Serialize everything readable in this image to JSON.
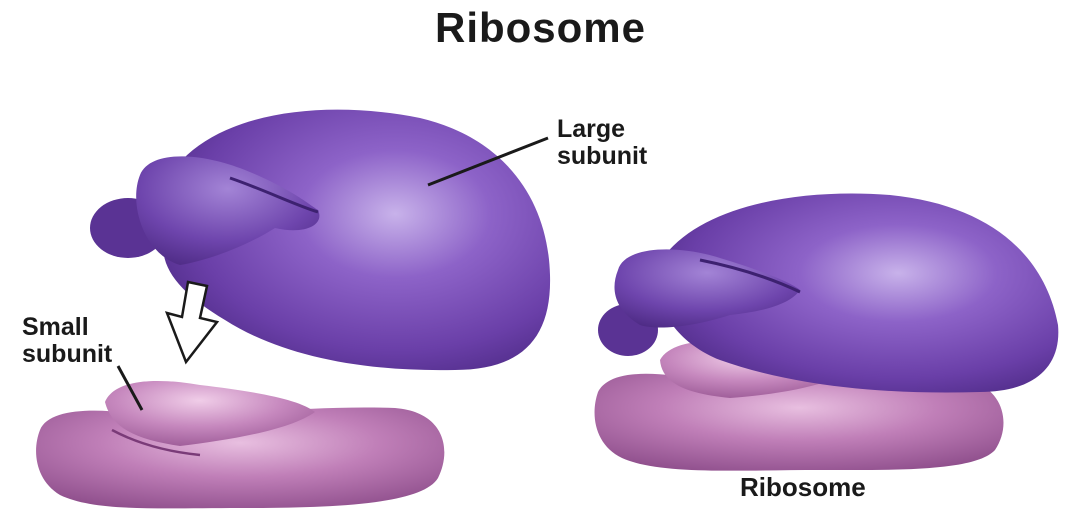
{
  "title": "Ribosome",
  "labels": {
    "large_line1": "Large",
    "large_line2": "subunit",
    "small_line1": "Small",
    "small_line2": "subunit",
    "ribosome": "Ribosome"
  },
  "colors": {
    "large_subunit": "#6a3fa8",
    "small_subunit": "#b06aa8",
    "text": "#1a1a1a"
  }
}
